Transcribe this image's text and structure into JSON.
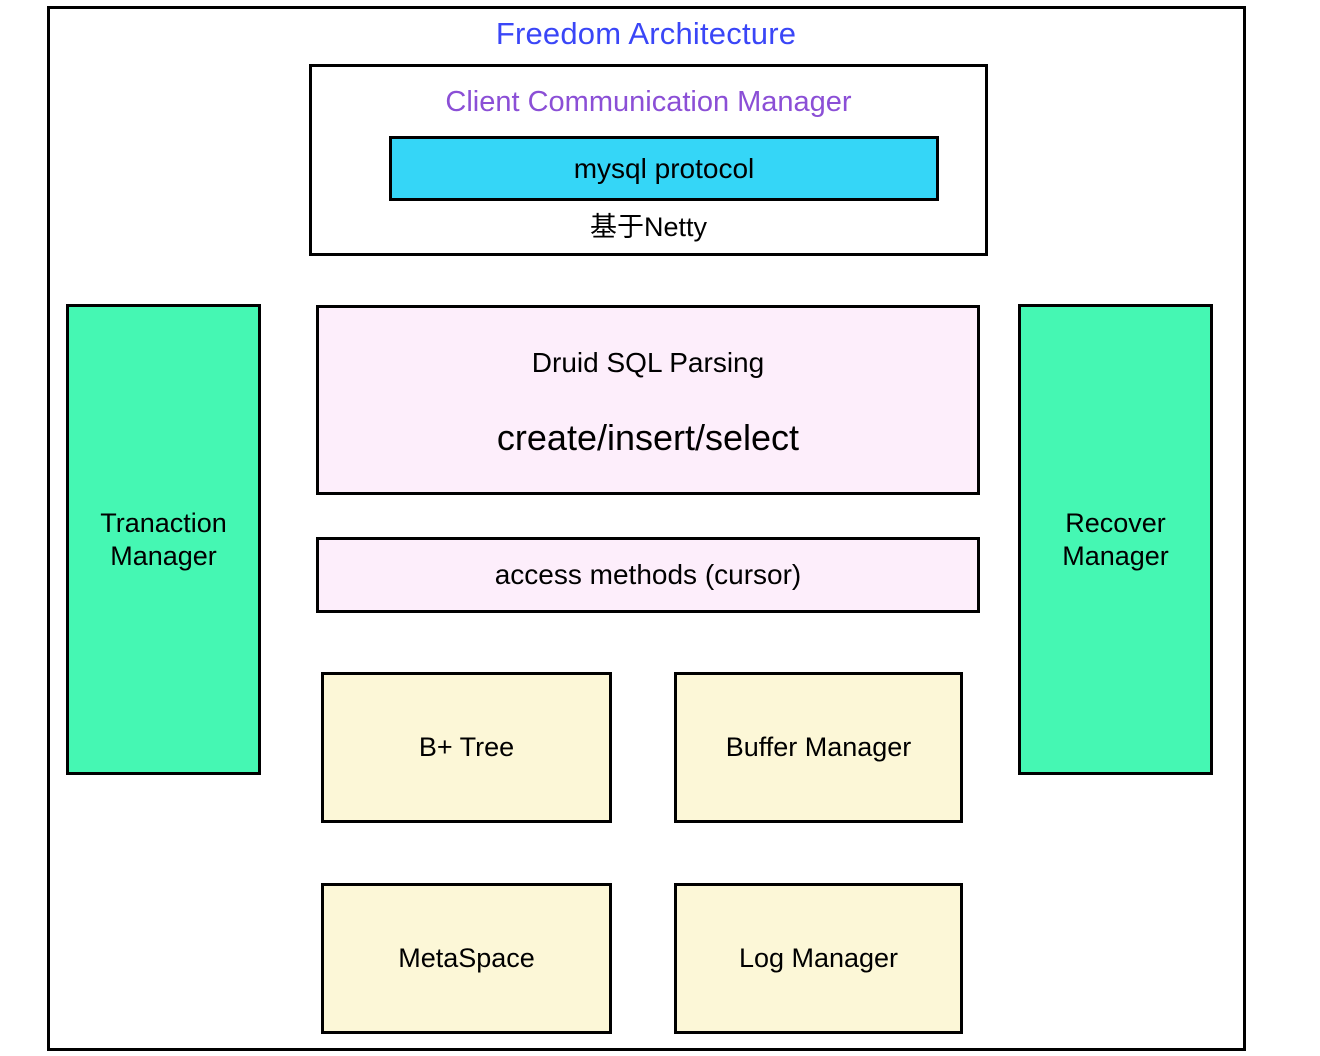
{
  "diagram": {
    "title": "Freedom Architecture",
    "title_color": "#3a46f7",
    "frame_border_color": "#000000",
    "background": "#ffffff"
  },
  "client_communication_manager": {
    "title": "Client Communication Manager",
    "title_color": "#8b4fd6",
    "protocol_box": {
      "label": "mysql protocol",
      "fill": "#35d6f7"
    },
    "footnote": "基于Netty"
  },
  "transaction_manager": {
    "line1": "Tranaction",
    "line2": "Manager",
    "fill": "#45f7b3"
  },
  "recover_manager": {
    "line1": "Recover",
    "line2": "Manager",
    "fill": "#45f7b3"
  },
  "sql_layer": {
    "druid": {
      "title": "Druid SQL Parsing",
      "operations": "create/insert/select",
      "fill": "#fdeefb"
    },
    "access_methods": {
      "label": "access methods (cursor)",
      "fill": "#fdeefb"
    }
  },
  "storage_layer": {
    "fill": "#fcf7d7",
    "boxes": [
      {
        "label": "B+ Tree"
      },
      {
        "label": "Buffer Manager"
      },
      {
        "label": "MetaSpace"
      },
      {
        "label": "Log Manager"
      }
    ]
  }
}
